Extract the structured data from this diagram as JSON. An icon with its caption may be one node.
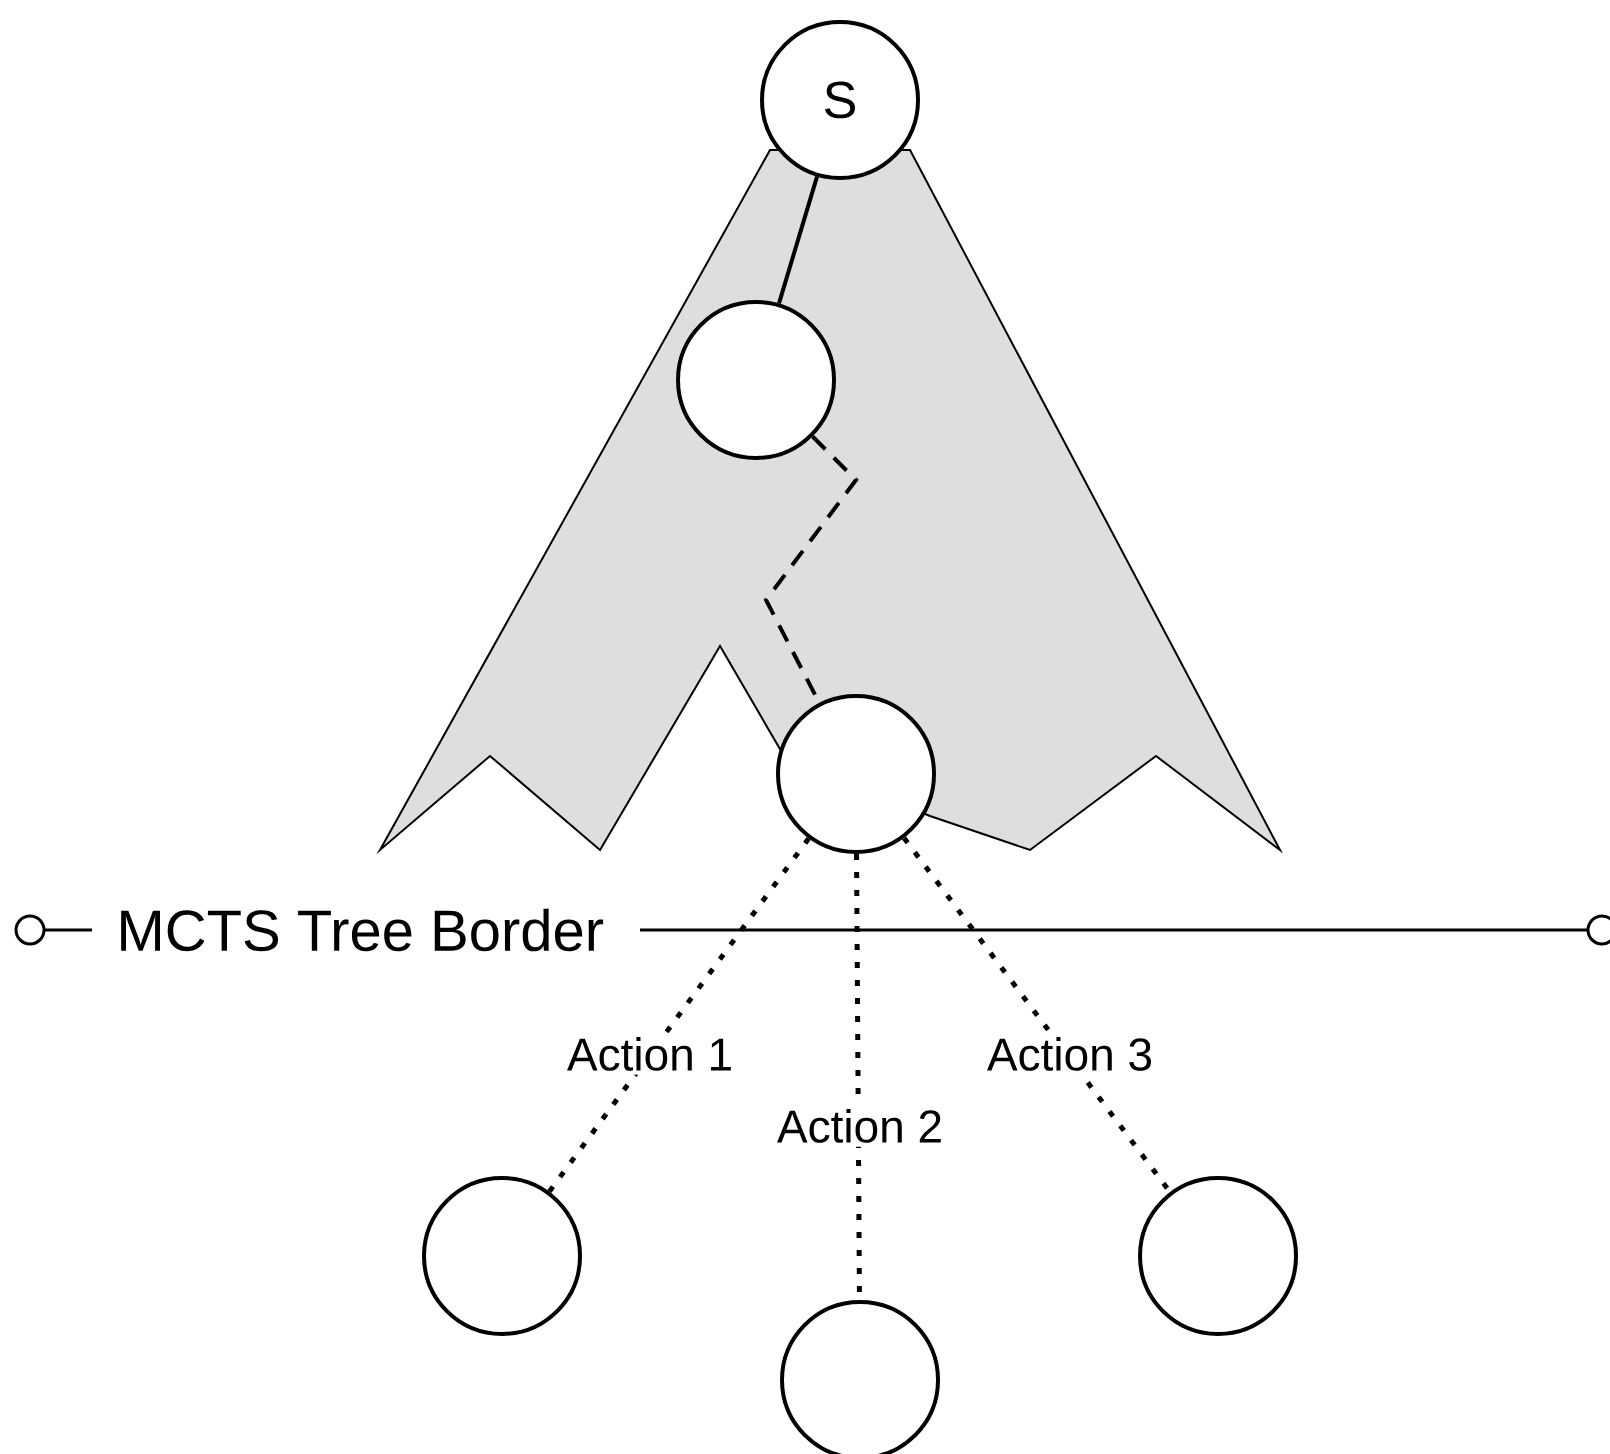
{
  "diagram": {
    "nodes": [
      {
        "text": [
          "S"
        ]
      },
      {
        "text": [],
        "shape": "circle"
      },
      {
        "text": [],
        "shape": "circle"
      },
      {
        "text": [],
        "shape": "circle"
      },
      {
        "text": [],
        "shape": "circle"
      },
      {
        "text": [],
        "shape": "circle"
      }
    ],
    "edges": [
      {
        "from": 0,
        "to": 1,
        "arrow": "none"
      },
      {
        "from": 1,
        "to": 2,
        "arrow": "none",
        "style": "dashed"
      },
      {
        "from": 2,
        "to": 3,
        "arrow": "none",
        "style": "dashed",
        "label": "Action 1"
      },
      {
        "from": 2,
        "to": 4,
        "arrow": "none",
        "style": "dashed",
        "label": "Action 2"
      },
      {
        "from": 2,
        "to": 5,
        "arrow": "none",
        "style": "dashed",
        "label": "Action 3"
      }
    ],
    "labels": [
      "MCTS Tree Border"
    ]
  }
}
